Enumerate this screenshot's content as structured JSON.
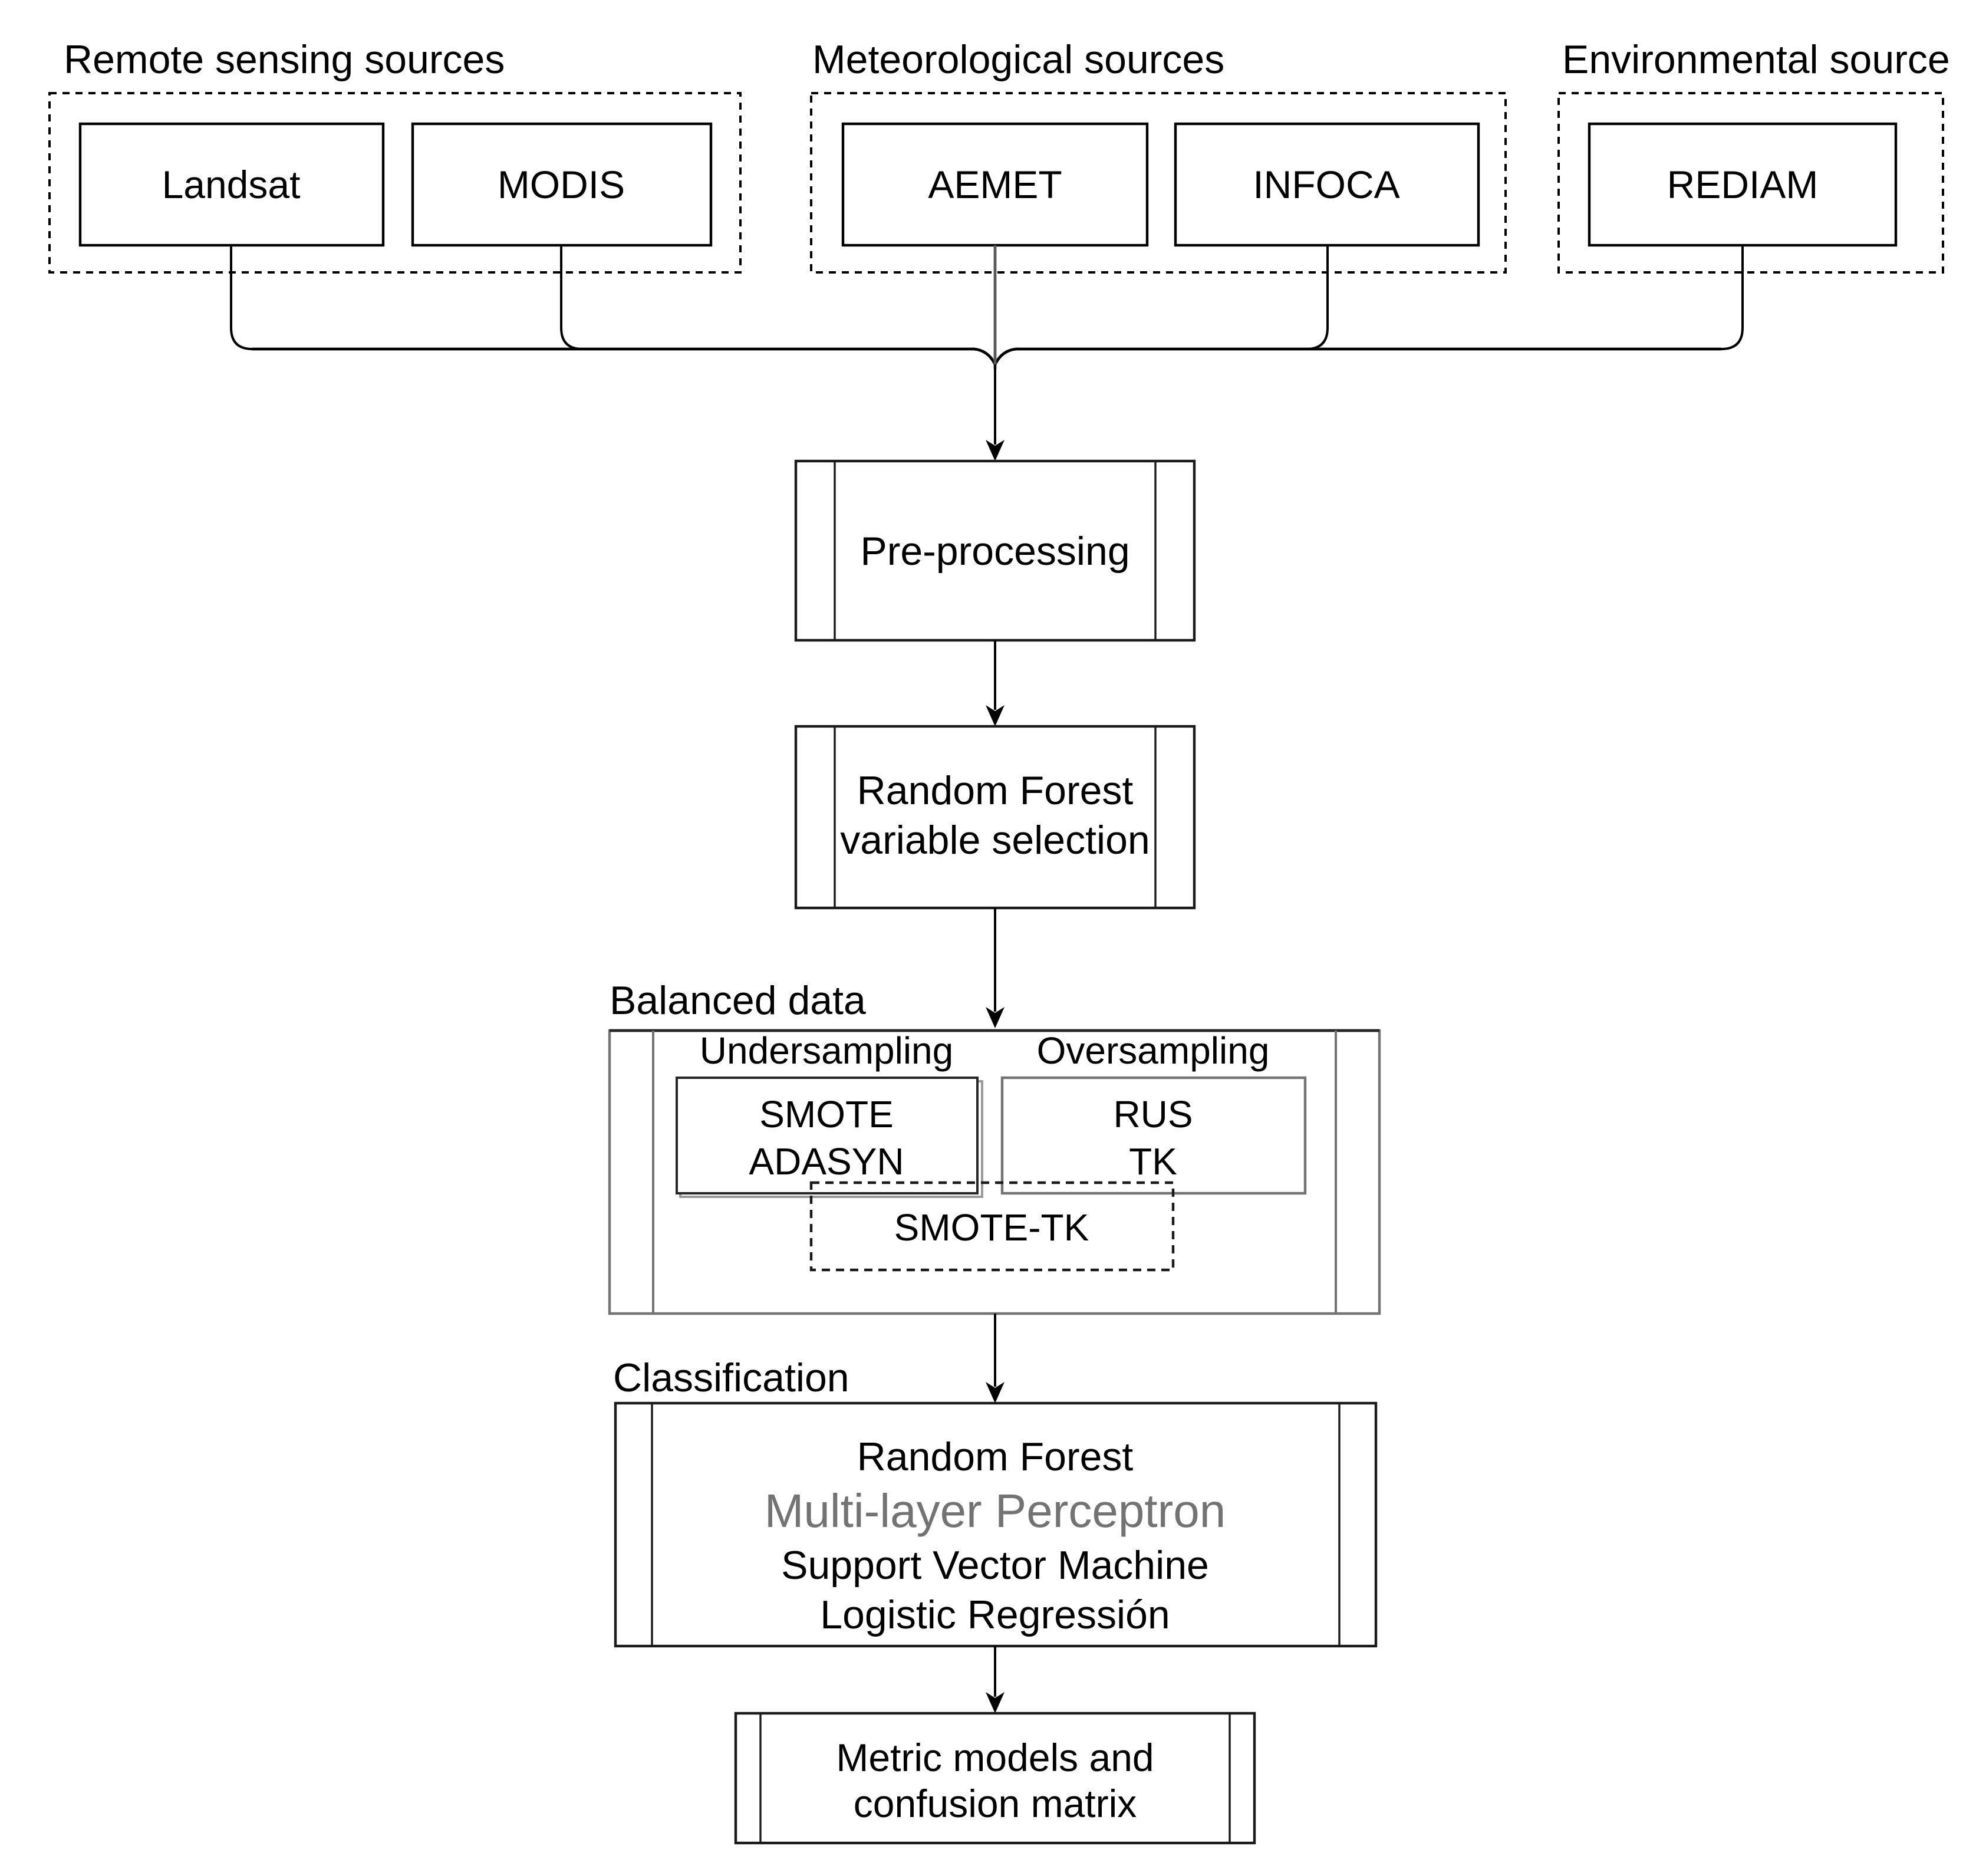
{
  "sources": {
    "remote": {
      "label": "Remote sensing sources",
      "items": [
        "Landsat",
        "MODIS"
      ]
    },
    "meteo": {
      "label": "Meteorological sources",
      "items": [
        "AEMET",
        "INFOCA"
      ]
    },
    "env": {
      "label": "Environmental source",
      "items": [
        "REDIAM"
      ]
    }
  },
  "preprocessing": {
    "label": "Pre-processing"
  },
  "variable_selection": {
    "line1": "Random Forest",
    "line2": "variable selection"
  },
  "balanced": {
    "label": "Balanced data",
    "undersampling": {
      "label": "Undersampling",
      "line1": "SMOTE",
      "line2": "ADASYN"
    },
    "oversampling": {
      "label": "Oversampling",
      "line1": "RUS",
      "line2": "TK"
    },
    "combined": {
      "label": "SMOTE-TK"
    }
  },
  "classification": {
    "label": "Classification",
    "models": [
      "Random Forest",
      "Multi-layer Perceptron",
      "Support Vector Machine",
      "Logistic Regressión"
    ]
  },
  "metrics": {
    "line1": "Metric models and",
    "line2": "confusion matrix"
  },
  "colors": {
    "line": "#000000",
    "gray_border": "#737373",
    "highlight_text": "#737373",
    "background": "#ffffff"
  }
}
